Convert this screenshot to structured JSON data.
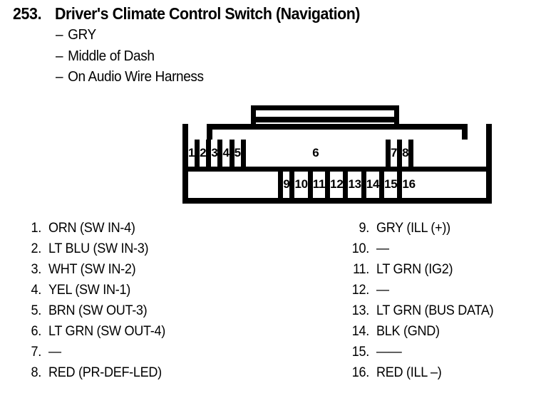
{
  "header": {
    "number": "253.",
    "title": "Driver's Climate Control Switch (Navigation)",
    "details": [
      "GRY",
      "Middle of Dash",
      "On Audio Wire Harness"
    ],
    "dash": "–"
  },
  "connector": {
    "top_row": [
      "1",
      "2",
      "3",
      "4",
      "5",
      "6",
      "7",
      "8",
      ""
    ],
    "bottom_row": [
      "",
      "9",
      "10",
      "11",
      "12",
      "13",
      "14",
      "15",
      "16"
    ]
  },
  "pinout": {
    "left": [
      {
        "num": "1.",
        "text": "ORN (SW IN-4)"
      },
      {
        "num": "2.",
        "text": "LT BLU (SW IN-3)"
      },
      {
        "num": "3.",
        "text": "WHT (SW IN-2)"
      },
      {
        "num": "4.",
        "text": "YEL (SW IN-1)"
      },
      {
        "num": "5.",
        "text": "BRN (SW OUT-3)"
      },
      {
        "num": "6.",
        "text": "LT GRN (SW OUT-4)"
      },
      {
        "num": "7.",
        "text": "—"
      },
      {
        "num": "8.",
        "text": "RED (PR-DEF-LED)"
      }
    ],
    "right": [
      {
        "num": "9.",
        "text": "GRY (ILL (+))"
      },
      {
        "num": "10.",
        "text": "—"
      },
      {
        "num": "11.",
        "text": "LT GRN (IG2)"
      },
      {
        "num": "12.",
        "text": "—"
      },
      {
        "num": "13.",
        "text": "LT GRN (BUS DATA)"
      },
      {
        "num": "14.",
        "text": "BLK (GND)"
      },
      {
        "num": "15.",
        "text": "——"
      },
      {
        "num": "16.",
        "text": "RED (ILL –)"
      }
    ]
  },
  "colors": {
    "ink": "#000000",
    "paper": "#ffffff"
  }
}
